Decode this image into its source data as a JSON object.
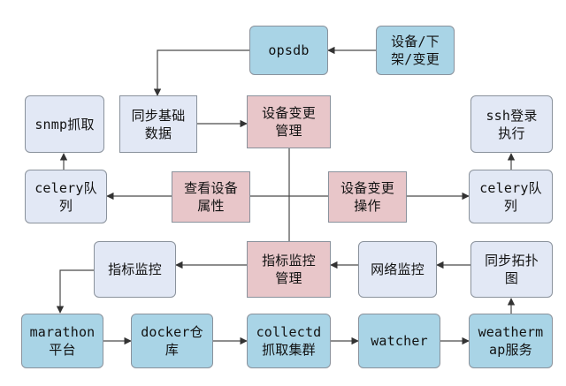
{
  "colors": {
    "teal": "#a9d4e6",
    "lavender": "#e2e8f5",
    "pink": "#e8c6c9",
    "line": "#4a4a4a"
  },
  "nodes": {
    "opsdb": "opsdb",
    "device_shelf": "设备/下\n架/变更",
    "sync_base": "同步基础\n数据",
    "device_change_mgmt": "设备变更\n管理",
    "snmp": "snmp抓取",
    "ssh": "ssh登录\n执行",
    "celery_left": "celery队\n列",
    "view_attr": "查看设备\n属性",
    "change_op": "设备变更\n操作",
    "celery_right": "celery队\n列",
    "metric_left": "指标监控",
    "metric_mgmt": "指标监控\n管理",
    "net_mon": "网络监控",
    "sync_topo": "同步拓扑\n图",
    "marathon": "marathon\n平台",
    "docker": "docker仓\n库",
    "collectd": "collectd\n抓取集群",
    "watcher": "watcher",
    "weathermap": "weatherm\nap服务"
  }
}
